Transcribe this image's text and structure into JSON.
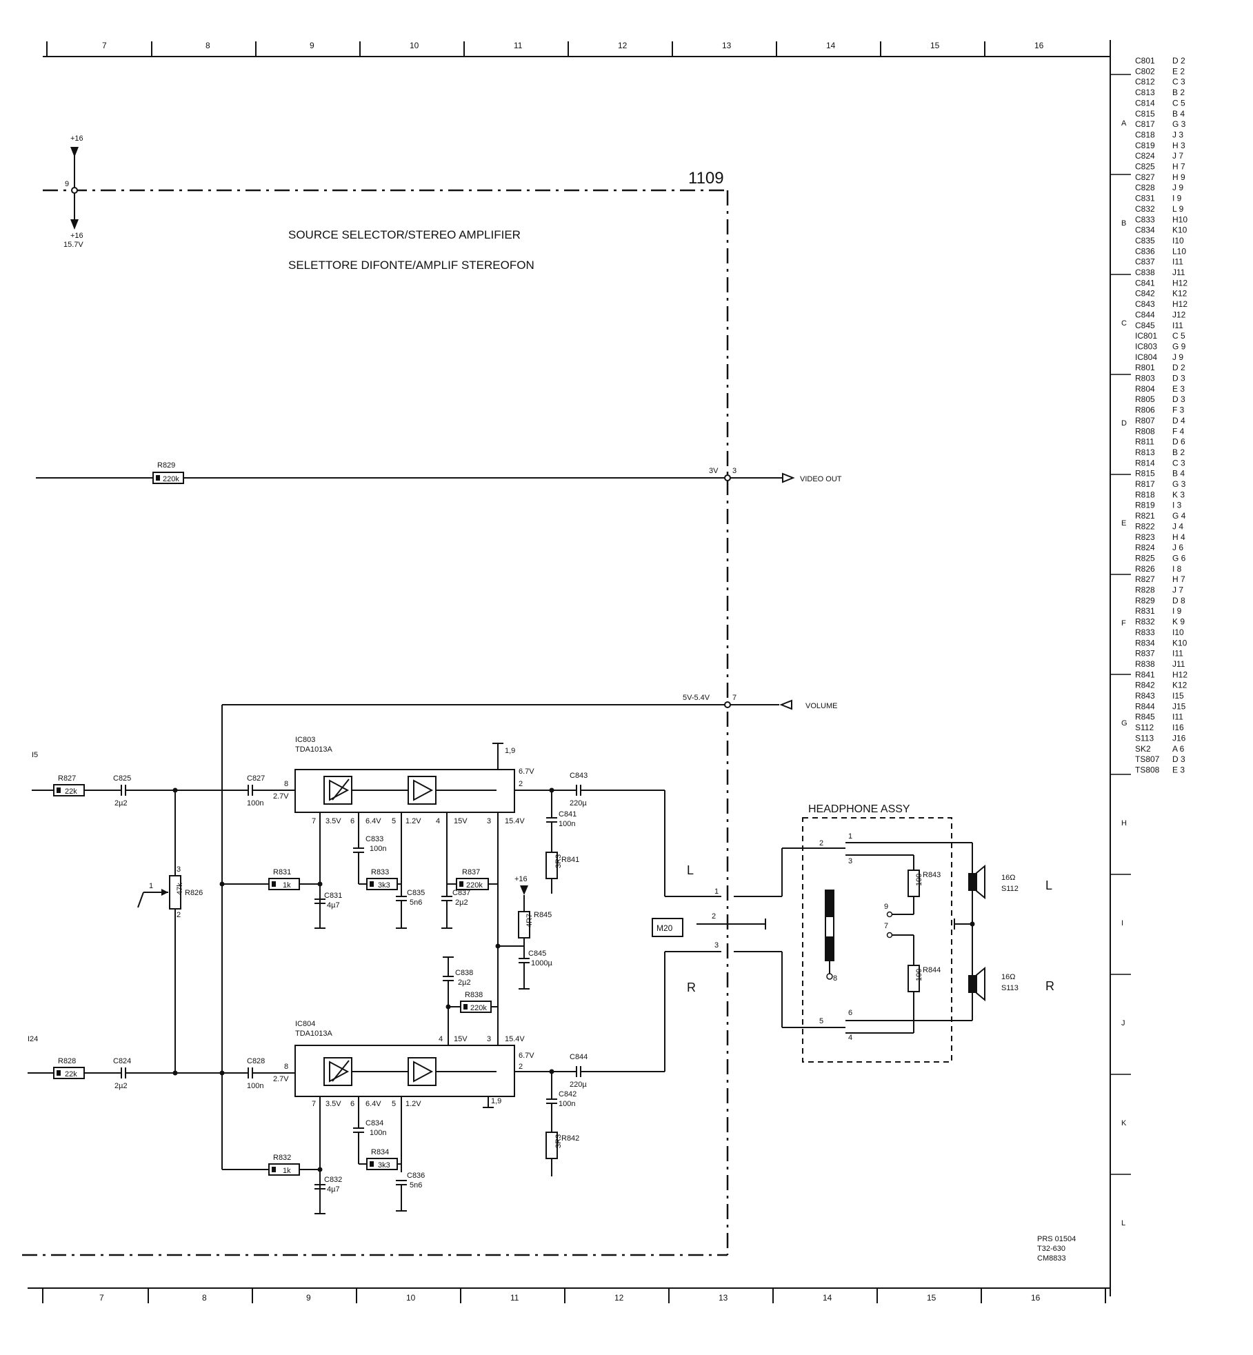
{
  "columns_top": [
    "7",
    "8",
    "9",
    "10",
    "11",
    "12",
    "13",
    "14",
    "15",
    "16"
  ],
  "columns_bottom": [
    "7",
    "8",
    "9",
    "10",
    "11",
    "12",
    "13",
    "14",
    "15",
    "16"
  ],
  "rows": [
    "A",
    "B",
    "C",
    "D",
    "E",
    "F",
    "G",
    "H",
    "I",
    "J",
    "K",
    "L"
  ],
  "board_number": "1109",
  "title": "SOURCE SELECTOR/STEREO AMPLIFIER",
  "title_it": "SELETTORE DIFONTE/AMPLIF STEREOFON",
  "supply_top": "+16",
  "supply_bottom": "+16",
  "supply_voltage": "15.7V",
  "supply_pin": "9",
  "video_out": {
    "voltage": "3V",
    "pin": "3",
    "label": "VIDEO OUT",
    "resistor": "R829",
    "value": "220k"
  },
  "volume": {
    "voltage": "5V-5.4V",
    "pin": "7",
    "label": "VOLUME"
  },
  "ic_upper": {
    "ref": "IC803",
    "type": "TDA1013A",
    "pin1": "1,9",
    "pin8": "8",
    "pin2": "2",
    "out_v": "6.7V",
    "in_v": "2.7V",
    "bottom_pins": [
      {
        "n": "7",
        "v": "3.5V"
      },
      {
        "n": "6",
        "v": "6.4V"
      },
      {
        "n": "5",
        "v": "1.2V"
      },
      {
        "n": "4",
        "v": "15V"
      },
      {
        "n": "3",
        "v": "15.4V"
      }
    ]
  },
  "ic_lower": {
    "ref": "IC804",
    "type": "TDA1013A",
    "pin1": "1,9",
    "pin8": "8",
    "pin2": "2",
    "out_v": "6.7V",
    "in_v": "2.7V",
    "top_pins": [
      {
        "n": "4",
        "v": "15V"
      },
      {
        "n": "3",
        "v": "15.4V"
      }
    ],
    "bottom_pins": [
      {
        "n": "7",
        "v": "3.5V"
      },
      {
        "n": "6",
        "v": "6.4V"
      },
      {
        "n": "5",
        "v": "1.2V"
      }
    ]
  },
  "inputs": {
    "upper": "I5",
    "lower": "I24"
  },
  "components": {
    "R827": "22k",
    "C825": "2µ2",
    "C827": "100n",
    "R828": "22k",
    "C824": "2µ2",
    "C828": "100n",
    "R826": "47k",
    "R831": "1k",
    "C831": "4µ7",
    "C833": "100n",
    "R833": "3k3",
    "C835": "5n6",
    "R837": "220k",
    "C837": "2µ2",
    "C843": "220µ",
    "C841": "100n",
    "R841": "3R3",
    "R845": "4R7",
    "C845": "1000µ",
    "C838": "2µ2",
    "R838": "220k",
    "C844": "220µ",
    "C842": "100n",
    "R842": "3R3",
    "R832": "1k",
    "C832": "4µ7",
    "C834": "100n",
    "R834": "3k3",
    "C836": "5n6",
    "R843": "100",
    "R844": "100"
  },
  "channels": {
    "left": "L",
    "right": "R"
  },
  "connector": {
    "ref": "M20",
    "pins": [
      "1",
      "2",
      "3"
    ]
  },
  "headphone": {
    "title": "HEADPHONE ASSY",
    "s112": "S112",
    "s113": "S113",
    "ohm": "16Ω",
    "pins": [
      "1",
      "2",
      "3",
      "4",
      "5",
      "6",
      "7",
      "8",
      "9"
    ]
  },
  "plus16": "+16",
  "footer": [
    "PRS 01504",
    "T32-630",
    "CM8833"
  ],
  "parts_index": [
    [
      "C801",
      "D 2"
    ],
    [
      "C802",
      "E 2"
    ],
    [
      "C812",
      "C 3"
    ],
    [
      "C813",
      "B 2"
    ],
    [
      "C814",
      "C 5"
    ],
    [
      "C815",
      "B 4"
    ],
    [
      "C817",
      "G 3"
    ],
    [
      "C818",
      "J 3"
    ],
    [
      "C819",
      "H 3"
    ],
    [
      "C824",
      "J 7"
    ],
    [
      "C825",
      "H 7"
    ],
    [
      "C827",
      "H 9"
    ],
    [
      "C828",
      "J 9"
    ],
    [
      "C831",
      "I 9"
    ],
    [
      "C832",
      "L 9"
    ],
    [
      "C833",
      "H10"
    ],
    [
      "C834",
      "K10"
    ],
    [
      "C835",
      "I10"
    ],
    [
      "C836",
      "L10"
    ],
    [
      "C837",
      "I11"
    ],
    [
      "C838",
      "J11"
    ],
    [
      "C841",
      "H12"
    ],
    [
      "C842",
      "K12"
    ],
    [
      "C843",
      "H12"
    ],
    [
      "C844",
      "J12"
    ],
    [
      "C845",
      "I11"
    ],
    [
      "IC801",
      "C 5"
    ],
    [
      "IC803",
      "G 9"
    ],
    [
      "IC804",
      "J 9"
    ],
    [
      "R801",
      "D 2"
    ],
    [
      "R803",
      "D 3"
    ],
    [
      "R804",
      "E 3"
    ],
    [
      "R805",
      "D 3"
    ],
    [
      "R806",
      "F 3"
    ],
    [
      "R807",
      "D 4"
    ],
    [
      "R808",
      "F 4"
    ],
    [
      "R811",
      "D 6"
    ],
    [
      "R813",
      "B 2"
    ],
    [
      "R814",
      "C 3"
    ],
    [
      "R815",
      "B 4"
    ],
    [
      "R817",
      "G 3"
    ],
    [
      "R818",
      "K 3"
    ],
    [
      "R819",
      "I 3"
    ],
    [
      "R821",
      "G 4"
    ],
    [
      "R822",
      "J 4"
    ],
    [
      "R823",
      "H 4"
    ],
    [
      "R824",
      "J 6"
    ],
    [
      "R825",
      "G 6"
    ],
    [
      "R826",
      "I 8"
    ],
    [
      "R827",
      "H 7"
    ],
    [
      "R828",
      "J 7"
    ],
    [
      "R829",
      "D 8"
    ],
    [
      "R831",
      "I 9"
    ],
    [
      "R832",
      "K 9"
    ],
    [
      "R833",
      "I10"
    ],
    [
      "R834",
      "K10"
    ],
    [
      "R837",
      "I11"
    ],
    [
      "R838",
      "J11"
    ],
    [
      "R841",
      "H12"
    ],
    [
      "R842",
      "K12"
    ],
    [
      "R843",
      "I15"
    ],
    [
      "R844",
      "J15"
    ],
    [
      "R845",
      "I11"
    ],
    [
      "S112",
      "I16"
    ],
    [
      "S113",
      "J16"
    ],
    [
      "SK2",
      "A 6"
    ],
    [
      "TS807",
      "D 3"
    ],
    [
      "TS808",
      "E 3"
    ]
  ]
}
